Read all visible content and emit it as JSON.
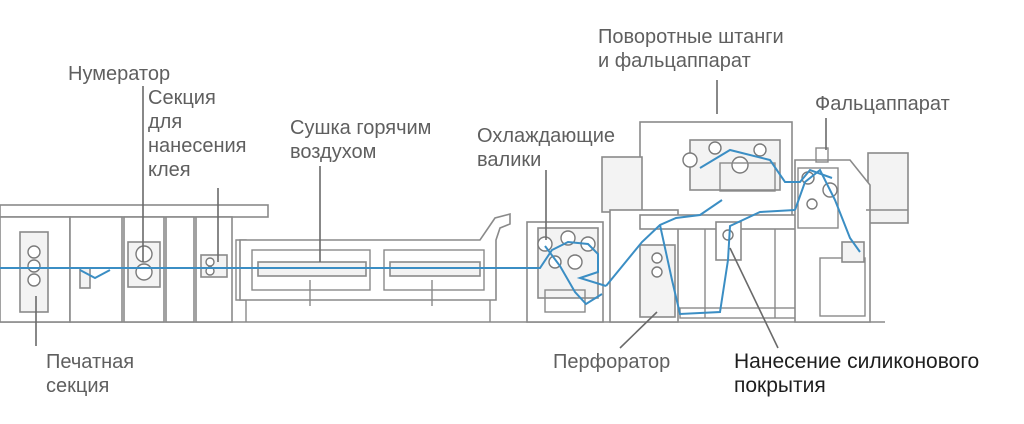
{
  "colors": {
    "web_path": "#3b8ec4",
    "machine_outline": "#8a8a8a",
    "label_text": "#5f5f5f",
    "label_text_sharp": "#1e1e1e"
  },
  "labels": {
    "numerator": "Нумератор",
    "glue_section": [
      "Секция",
      "для",
      "нанесения",
      "клея"
    ],
    "hot_air_dryer": [
      "Сушка горячим",
      "воздухом"
    ],
    "chill_rollers": [
      "Охлаждающие",
      "валики"
    ],
    "turning_bars": [
      "Поворотные штанги",
      "и фальцаппарат"
    ],
    "folder": "Фальцаппарат",
    "printing_section": [
      "Печатная",
      "секция"
    ],
    "perforator": "Перфоратор",
    "silicone_coating": [
      "Нанесение силиконового",
      "покрытия"
    ]
  }
}
